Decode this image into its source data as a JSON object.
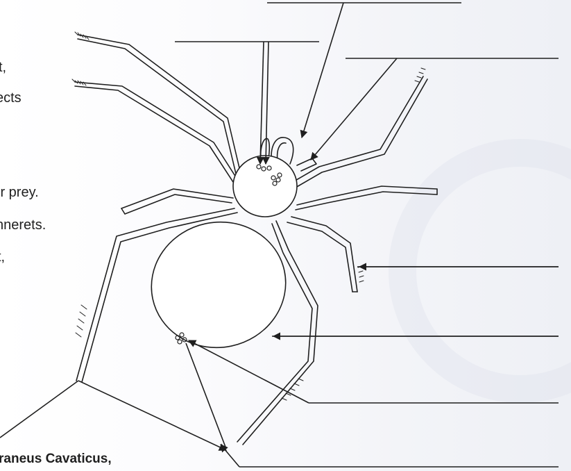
{
  "text_fragments": [
    "t,",
    "ects",
    "ir prey.",
    "nnerets.",
    "t,",
    "raneus Cavaticus,"
  ],
  "label_blanks": [
    {
      "id": "blank-top-center",
      "text": ""
    },
    {
      "id": "blank-top-left",
      "text": ""
    },
    {
      "id": "blank-top-right",
      "text": ""
    },
    {
      "id": "blank-right-leg",
      "text": ""
    },
    {
      "id": "blank-right-abdomen",
      "text": ""
    },
    {
      "id": "blank-right-spinnerets",
      "text": ""
    },
    {
      "id": "blank-bottom-right",
      "text": ""
    },
    {
      "id": "blank-bottom-left",
      "text": ""
    }
  ],
  "colors": {
    "ink": "#1f1f1f",
    "paper": "#ffffff"
  }
}
